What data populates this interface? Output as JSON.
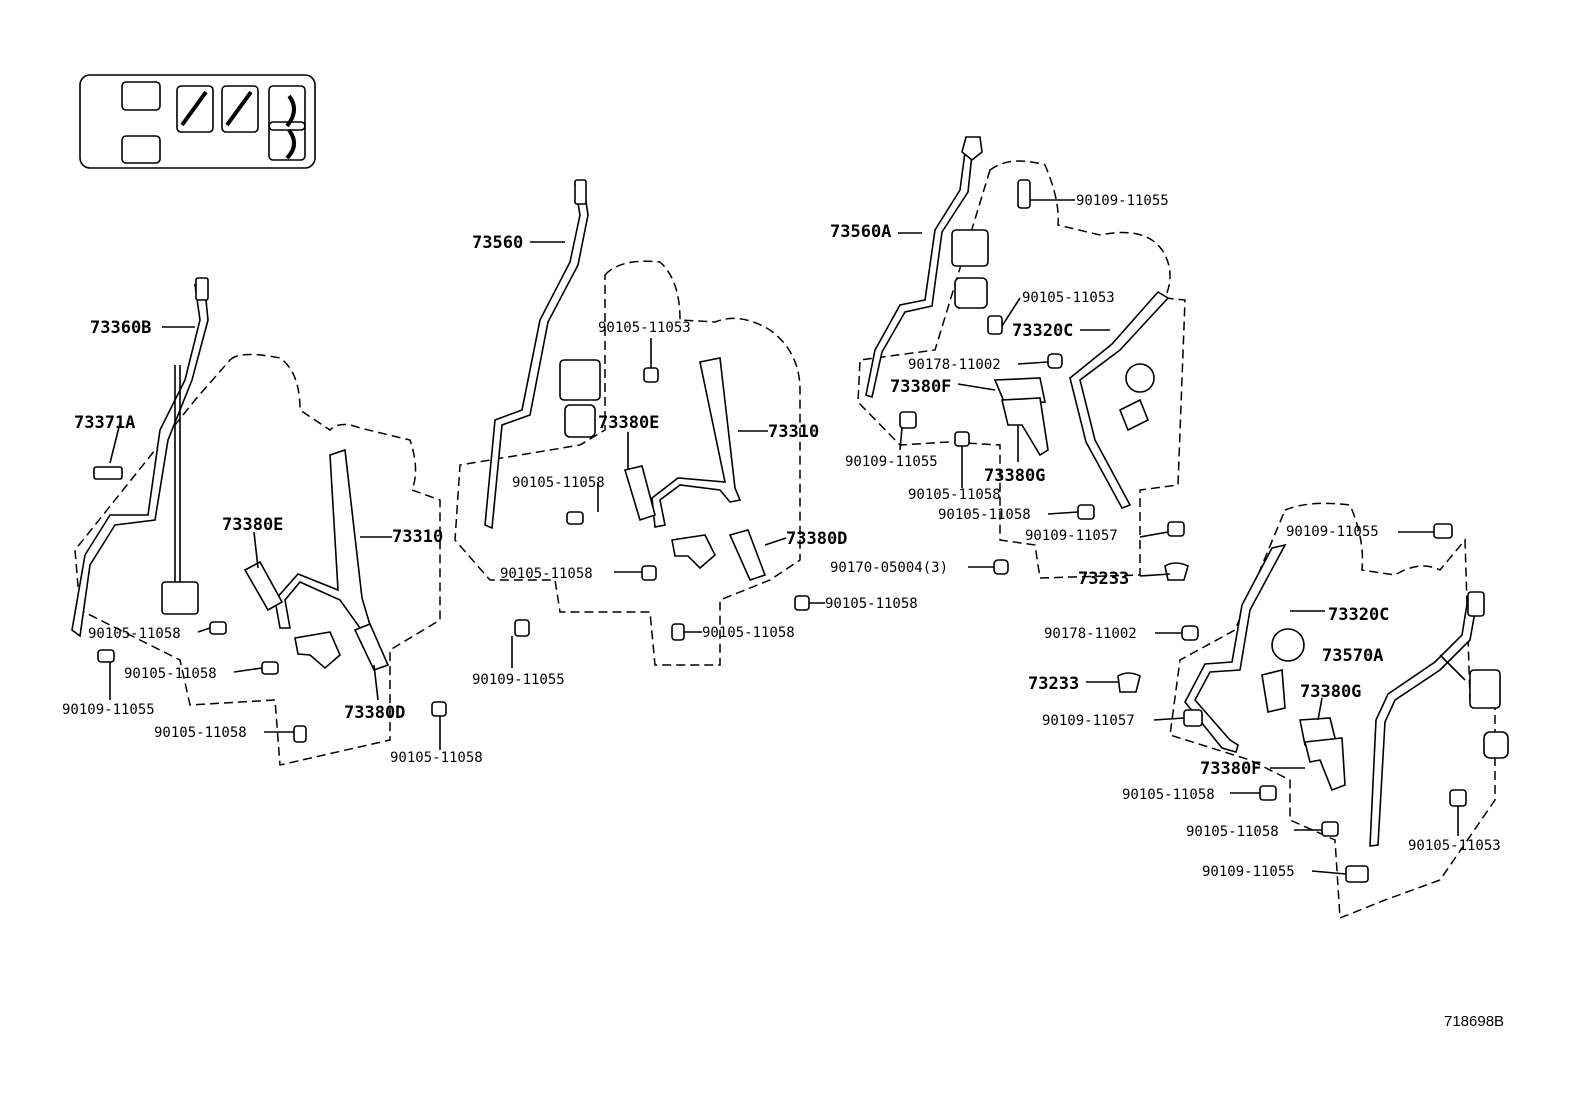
{
  "diagram_code": "718698B",
  "labels": {
    "g1": {
      "retractor": "73360B",
      "cover": "73371A",
      "buckle_e": "73380E",
      "belt": "73310",
      "buckle_d": "73380D",
      "bolt_a": "90105-11058",
      "bolt_b": "90109-11055",
      "bolt_c": "90105-11058",
      "bolt_d": "90105-11058",
      "bolt_e": "90105-11058"
    },
    "g2": {
      "retractor": "73560",
      "bolt_top": "90105-11053",
      "buckle_e": "73380E",
      "belt": "73310",
      "bolt_a": "90105-11058",
      "buckle_d": "73380D",
      "bolt_b": "90105-11058",
      "bolt_c": "90105-11058",
      "bolt_d": "90105-11058",
      "bolt_e": "90109-11055"
    },
    "g3": {
      "retractor": "73560A",
      "bolt_top": "90109-11055",
      "bolt_mid": "90105-11053",
      "retractor_c": "73320C",
      "nut": "90178-11002",
      "buckle_f": "73380F",
      "bolt_a": "90109-11055",
      "buckle_g": "73380G",
      "bolt_b": "90105-11058",
      "bolt_c": "90105-11058",
      "bolt_d": "90109-11057",
      "nut_b": "90170-05004(3)",
      "cover": "73233"
    },
    "g4": {
      "bolt_top": "90109-11055",
      "retractor_c": "73320C",
      "nut": "90178-11002",
      "retractor_a": "73570A",
      "cover": "73233",
      "buckle_g": "73380G",
      "bolt_a": "90109-11057",
      "buckle_f": "73380F",
      "bolt_b": "90105-11058",
      "bolt_c": "90105-11058",
      "bolt_d": "90105-11053",
      "bolt_e": "90109-11055"
    }
  }
}
